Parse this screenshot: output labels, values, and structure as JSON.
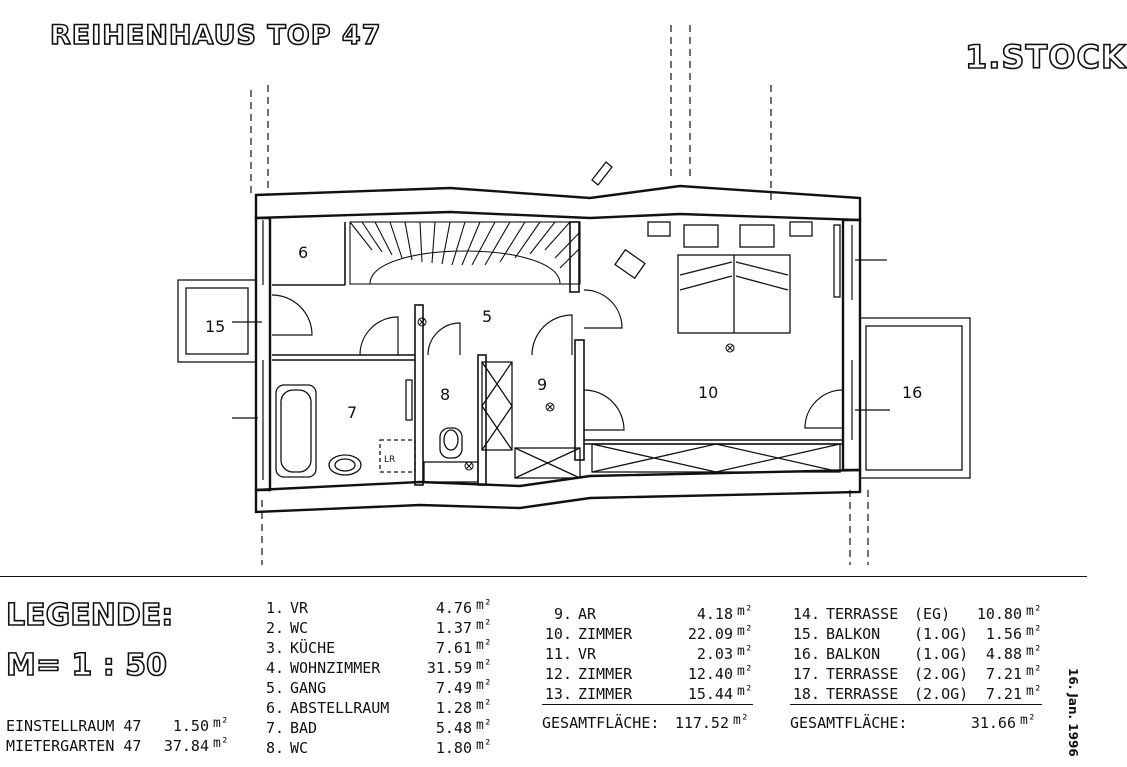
{
  "title": "REIHENHAUS TOP 47",
  "floor": "1.STOCK",
  "legend_title": "LEGENDE:",
  "scale": "M= 1 : 50",
  "extras": [
    {
      "label": "EINSTELLRAUM 47",
      "value": "1.50",
      "unit": "m²"
    },
    {
      "label": "MIETERGARTEN 47",
      "value": "37.84",
      "unit": "m²"
    }
  ],
  "rooms_col1": [
    {
      "n": "1.",
      "name": "VR",
      "area": "4.76",
      "unit": "m²"
    },
    {
      "n": "2.",
      "name": "WC",
      "area": "1.37",
      "unit": "m²"
    },
    {
      "n": "3.",
      "name": "KÜCHE",
      "area": "7.61",
      "unit": "m²"
    },
    {
      "n": "4.",
      "name": "WOHNZIMMER",
      "area": "31.59",
      "unit": "m²"
    },
    {
      "n": "5.",
      "name": "GANG",
      "area": "7.49",
      "unit": "m²"
    },
    {
      "n": "6.",
      "name": "ABSTELLRAUM",
      "area": "1.28",
      "unit": "m²"
    },
    {
      "n": "7.",
      "name": "BAD",
      "area": "5.48",
      "unit": "m²"
    },
    {
      "n": "8.",
      "name": "WC",
      "area": "1.80",
      "unit": "m²"
    }
  ],
  "rooms_col2": [
    {
      "n": "9.",
      "name": "AR",
      "area": "4.18",
      "unit": "m²"
    },
    {
      "n": "10.",
      "name": "ZIMMER",
      "area": "22.09",
      "unit": "m²"
    },
    {
      "n": "11.",
      "name": "VR",
      "area": "2.03",
      "unit": "m²"
    },
    {
      "n": "12.",
      "name": "ZIMMER",
      "area": "12.40",
      "unit": "m²"
    },
    {
      "n": "13.",
      "name": "ZIMMER",
      "area": "15.44",
      "unit": "m²"
    }
  ],
  "total_col2": {
    "label": "GESAMTFLÄCHE:",
    "value": "117.52",
    "unit": "m²"
  },
  "rooms_col3": [
    {
      "n": "14.",
      "name": "TERRASSE",
      "level": "(EG)",
      "area": "10.80",
      "unit": "m²"
    },
    {
      "n": "15.",
      "name": "BALKON",
      "level": "(1.OG)",
      "area": "1.56",
      "unit": "m²"
    },
    {
      "n": "16.",
      "name": "BALKON",
      "level": "(1.OG)",
      "area": "4.88",
      "unit": "m²"
    },
    {
      "n": "17.",
      "name": "TERRASSE",
      "level": "(2.OG)",
      "area": "7.21",
      "unit": "m²"
    },
    {
      "n": "18.",
      "name": "TERRASSE",
      "level": "(2.OG)",
      "area": "7.21",
      "unit": "m²"
    }
  ],
  "total_col3": {
    "label": "GESAMTFLÄCHE:",
    "value": "31.66",
    "unit": "m²"
  },
  "date": "16. Jan. 1996",
  "plan_labels": {
    "r6": "6",
    "r5": "5",
    "r7": "7",
    "r8": "8",
    "r9": "9",
    "r10": "10",
    "r15": "15",
    "r16": "16",
    "lr": "LR"
  }
}
